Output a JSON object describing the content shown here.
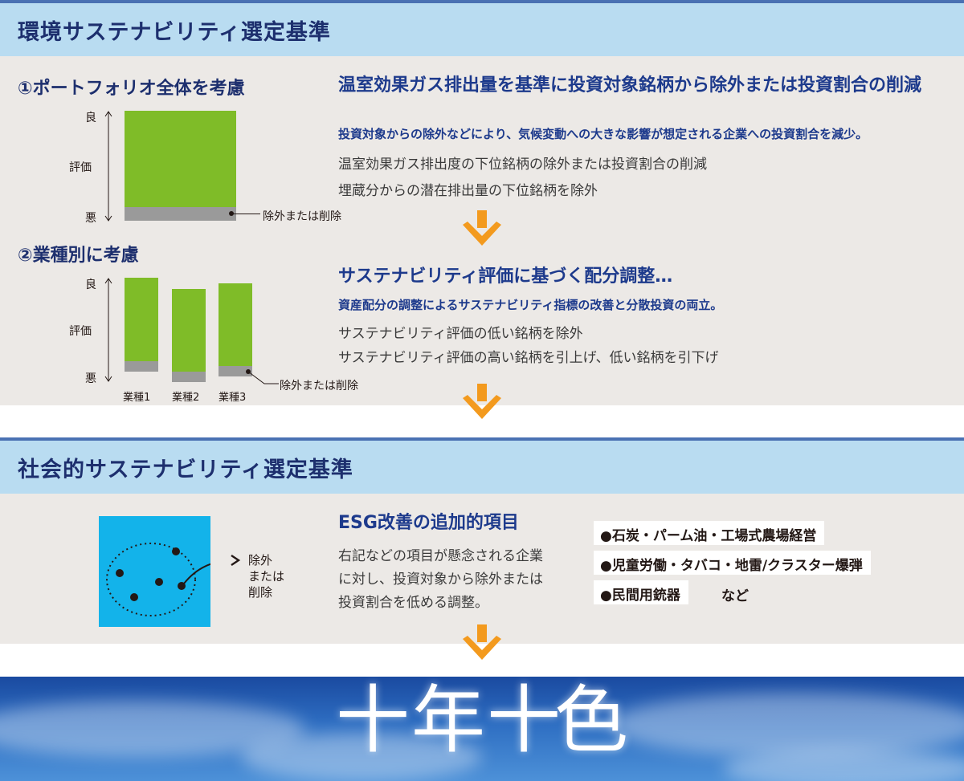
{
  "env": {
    "header_title": "環境サステナビリティ選定基準",
    "p1": {
      "title": "①ポートフォリオ全体を考慮",
      "axis_top": "良",
      "axis_mid": "評価",
      "axis_bottom": "悪",
      "exclude_label": "除外または削除",
      "headline": "温室効果ガス排出量を基準に投資対象銘柄から除外または投資割合の削減",
      "subline": "投資対象からの除外などにより、気候変動への大きな影響が想定される企業への投資割合を減少。",
      "body": [
        "温室効果ガス排出度の下位銘柄の除外または投資割合の削減",
        "埋蔵分からの潜在排出量の下位銘柄を除外"
      ]
    },
    "p2": {
      "title": "②業種別に考慮",
      "axis_top": "良",
      "axis_mid": "評価",
      "axis_bottom": "悪",
      "exclude_label": "除外または削除",
      "categories": [
        "業種1",
        "業種2",
        "業種3"
      ],
      "headline": "サステナビリティ評価に基づく配分調整…",
      "subline": "資産配分の調整によるサステナビリティ指標の改善と分散投資の両立。",
      "body": [
        "サステナビリティ評価の低い銘柄を除外",
        "サステナビリティ評価の高い銘柄を引上げ、低い銘柄を引下げ"
      ]
    }
  },
  "social": {
    "header_title": "社会的サステナビリティ選定基準",
    "diagram_label_lines": [
      "除外",
      "または",
      "削除"
    ],
    "headline": "ESG改善の追加的項目",
    "body": [
      "右記などの項目が懸念される企業",
      "に対し、投資対象から除外または",
      "投資割合を低める調整。"
    ],
    "items": [
      "●石炭・パーム油・工場式農場経営",
      "●児童労働・タバコ・地雷/クラスター爆弾",
      "●民間用銃器"
    ],
    "items_suffix": "など"
  },
  "logo": {
    "characters": [
      "十",
      "年",
      "十",
      "色"
    ]
  },
  "colors": {
    "header_bg": "#b9dcf1",
    "header_text": "#1d2f6e",
    "headline_text": "#1d3a8c",
    "band_bg": "#ece9e6",
    "bar_green": "#7fbc28",
    "bar_grey": "#9a9a9a",
    "arrow": "#f39a1e",
    "diagram_blue": "#13b3ea"
  }
}
